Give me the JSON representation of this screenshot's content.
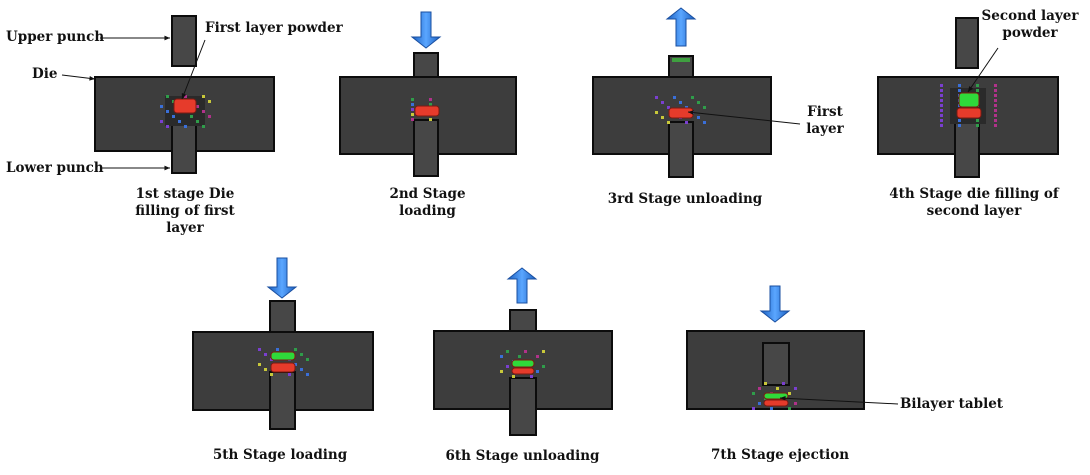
{
  "colors": {
    "die": "#3d3d3d",
    "punch": "#474747",
    "outline": "#0c0c0c",
    "first_layer": "#e63b2b",
    "second_layer": "#2fd93a",
    "arrow": "#2a78d8",
    "text": "#111111"
  },
  "annotations": {
    "upper_punch": "Upper punch",
    "die": "Die",
    "lower_punch": "Lower punch",
    "first_layer_powder": "First layer powder",
    "first_layer": "First layer",
    "second_layer_powder": "Second layer powder",
    "bilayer_tablet": "Bilayer tablet"
  },
  "stages": [
    {
      "caption": "1st stage Die filling of first layer",
      "arrow": "none"
    },
    {
      "caption": "2nd Stage loading",
      "arrow": "down"
    },
    {
      "caption": "3rd Stage unloading",
      "arrow": "up"
    },
    {
      "caption": "4th Stage die filling of second layer",
      "arrow": "none"
    },
    {
      "caption": "5th Stage loading",
      "arrow": "down"
    },
    {
      "caption": "6th Stage unloading",
      "arrow": "up"
    },
    {
      "caption": "7th Stage ejection",
      "arrow": "down"
    }
  ]
}
